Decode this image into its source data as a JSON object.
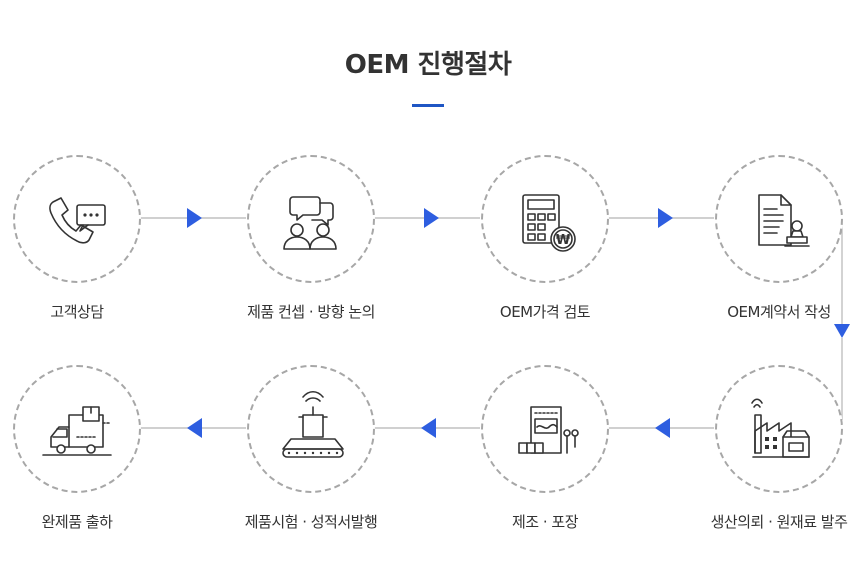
{
  "title": "OEM 진행절차",
  "accent_color": "#1f56c4",
  "steps": [
    {
      "label": "고객상담",
      "icon": "phone-chat-icon"
    },
    {
      "label": "제품 컨셉 · 방향 논의",
      "icon": "discussion-people-icon"
    },
    {
      "label": "OEM가격 검토",
      "icon": "calculator-won-icon"
    },
    {
      "label": "OEM계약서 작성",
      "icon": "contract-stamp-icon"
    },
    {
      "label": "생산의뢰 · 원재료 발주",
      "icon": "factory-icon"
    },
    {
      "label": "제조 · 포장",
      "icon": "manufacturing-machine-icon"
    },
    {
      "label": "제품시험 · 성적서발행",
      "icon": "conveyor-test-icon"
    },
    {
      "label": "완제품 출하",
      "icon": "delivery-truck-icon"
    }
  ]
}
